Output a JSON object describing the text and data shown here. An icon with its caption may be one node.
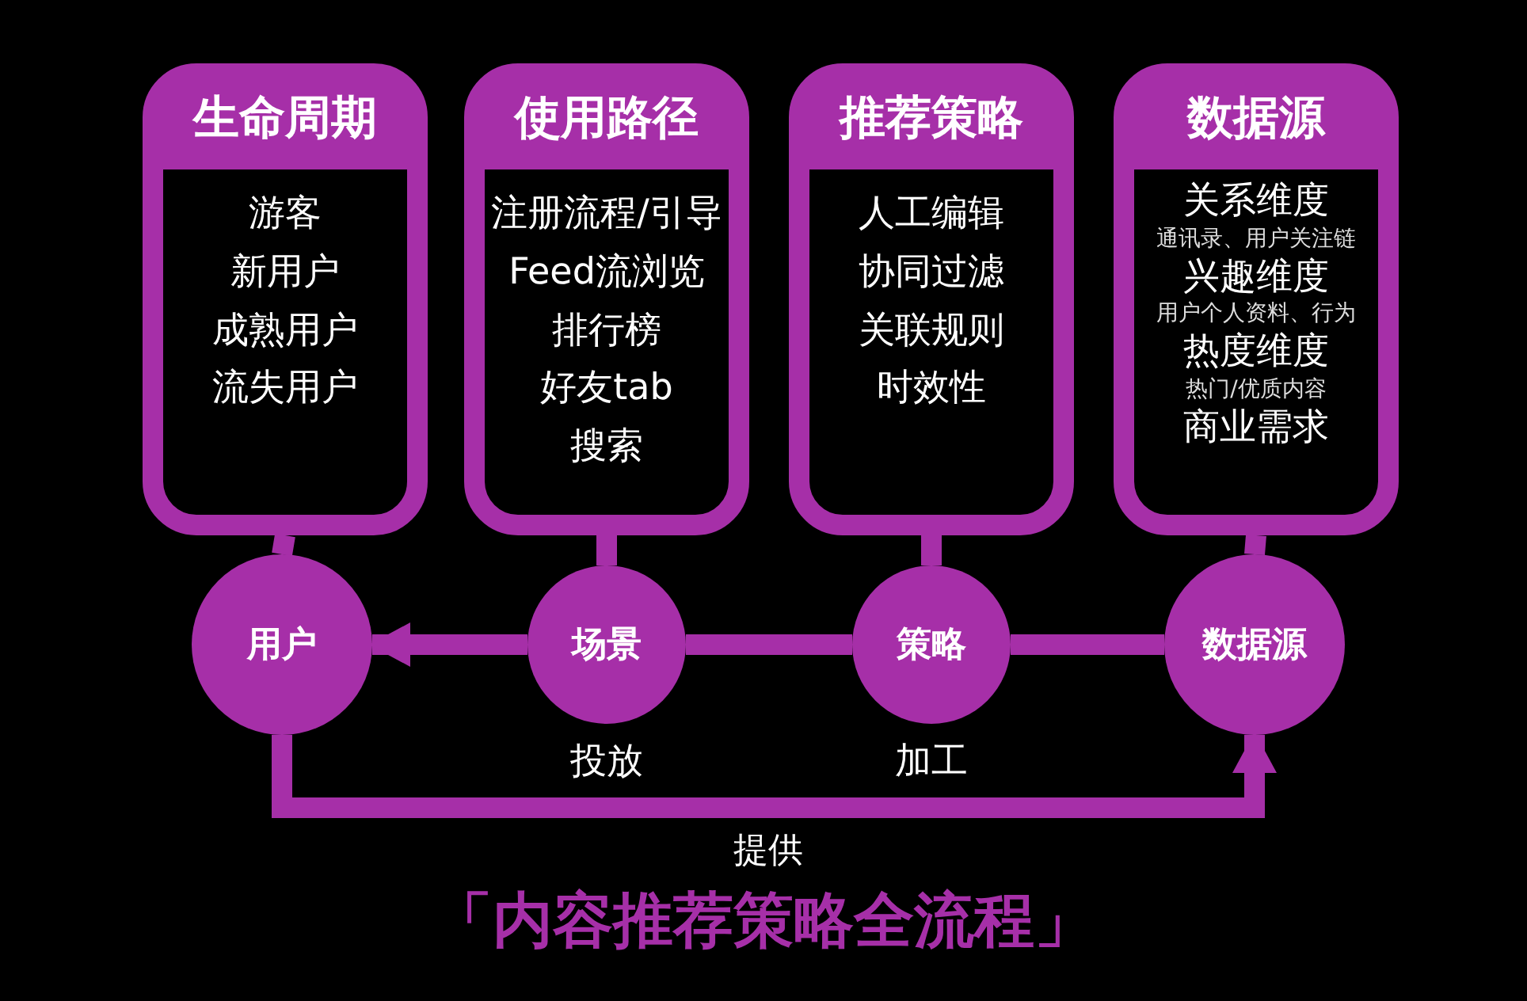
{
  "diagram": {
    "title": "「内容推荐策略全流程」",
    "nodes": [
      {
        "text": [
          "生命周期",
          "游客",
          "新用户",
          "成熟用户",
          "流失用户"
        ]
      },
      {
        "text": [
          "使用路径",
          "注册流程/引导",
          "Feed流浏览",
          "排行榜",
          "好友tab",
          "搜索"
        ]
      },
      {
        "text": [
          "推荐策略",
          "人工编辑",
          "协同过滤",
          "关联规则",
          "时效性"
        ]
      },
      {
        "text": [
          "数据源",
          "关系维度",
          "通讯录、用户关注链",
          "兴趣维度",
          "用户个人资料、行为",
          "热度维度",
          "热门/优质内容",
          "商业需求"
        ]
      },
      {
        "text": [
          "用户"
        ]
      },
      {
        "text": [
          "场景"
        ],
        "beside": [
          "投放"
        ]
      },
      {
        "text": [
          "策略"
        ],
        "beside": [
          "加工"
        ]
      },
      {
        "text": [
          "数据源"
        ]
      }
    ],
    "edges": [
      {
        "from": 0,
        "to": 4,
        "arrow": "none"
      },
      {
        "from": 1,
        "to": 5,
        "arrow": "none"
      },
      {
        "from": 2,
        "to": 6,
        "arrow": "none"
      },
      {
        "from": 3,
        "to": 7,
        "arrow": "none"
      },
      {
        "from": 7,
        "to": 6,
        "arrow": "none"
      },
      {
        "from": 6,
        "to": 5,
        "arrow": "none"
      },
      {
        "from": 5,
        "to": 4,
        "arrow": "to"
      },
      {
        "from": 4,
        "to": 7,
        "arrow": "to",
        "label": "提供"
      }
    ]
  }
}
